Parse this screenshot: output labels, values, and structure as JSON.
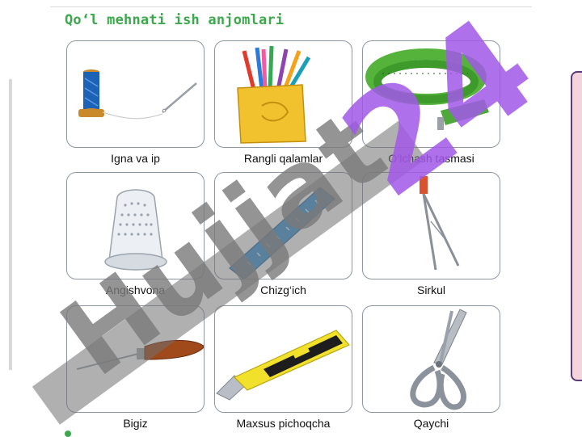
{
  "page": {
    "title": "Qo‘l mehnati ish anjomlari"
  },
  "colors": {
    "title_green": "#3aa84b",
    "card_border": "#8d96a3",
    "watermark": "#8a2be2",
    "side_panel_fill": "#f3d4dc",
    "side_panel_border": "#5b3b78"
  },
  "items": [
    {
      "label": "Igna va ip",
      "icon": "needle-thread-icon"
    },
    {
      "label": "Rangli qalamlar",
      "icon": "colored-pencils-icon"
    },
    {
      "label": "O‘lchash tasmasi",
      "icon": "measuring-tape-icon"
    },
    {
      "label": "Angishvona",
      "icon": "thimble-icon"
    },
    {
      "label": "Chizg‘ich",
      "icon": "ruler-icon"
    },
    {
      "label": "Sirkul",
      "icon": "compass-icon"
    },
    {
      "label": "Bigiz",
      "icon": "awl-icon"
    },
    {
      "label": "Maxsus pichoqcha",
      "icon": "utility-knife-icon"
    },
    {
      "label": "Qaychi",
      "icon": "scissors-icon"
    }
  ],
  "watermark": {
    "text": "Hujjat",
    "number": "24"
  }
}
